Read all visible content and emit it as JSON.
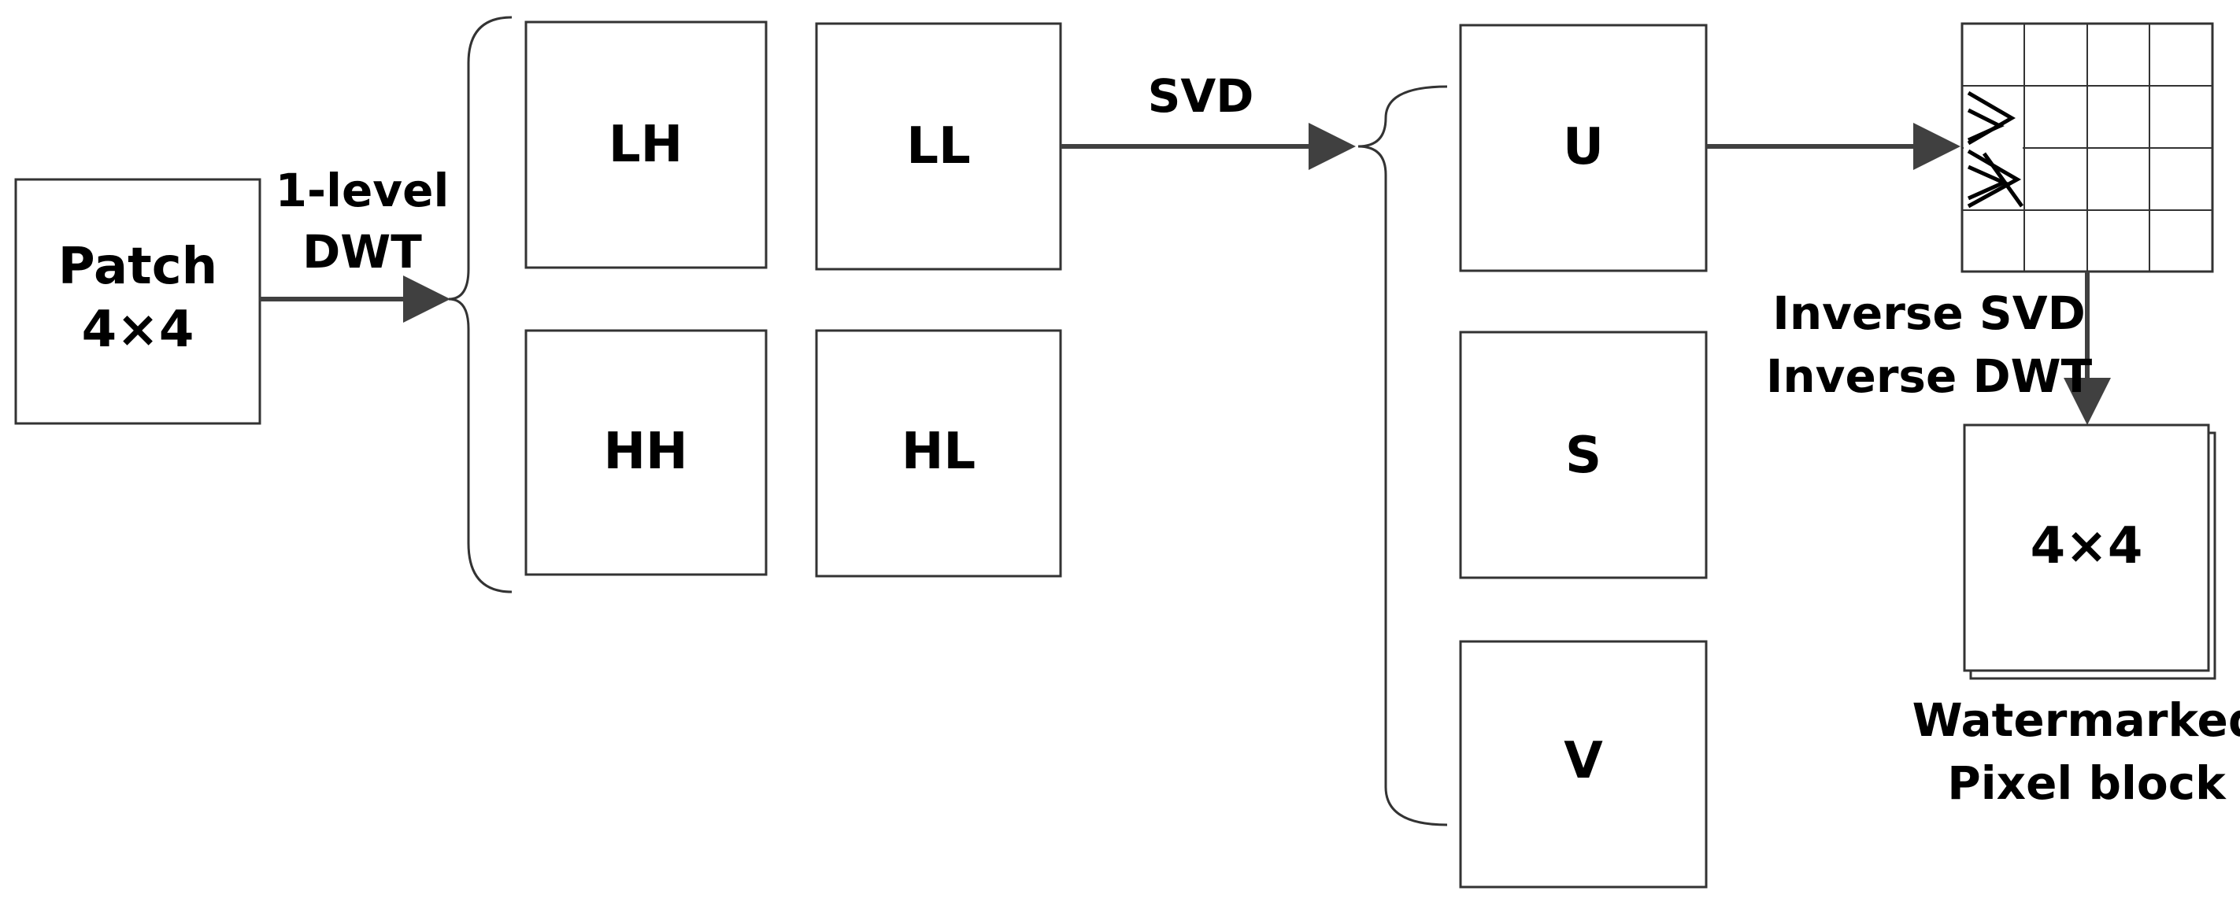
{
  "nodes": {
    "patch": {
      "line1": "Patch",
      "line2": "4×4"
    },
    "lh": "LH",
    "ll": "LL",
    "hh": "HH",
    "hl": "HL",
    "u": "U",
    "s": "S",
    "v": "V",
    "output_block": "4×4"
  },
  "edges": {
    "dwt": {
      "line1": "1-level",
      "line2": "DWT"
    },
    "svd": "SVD",
    "inverse": {
      "line1": "Inverse SVD",
      "line2": "Inverse DWT"
    }
  },
  "output_caption": {
    "line1": "Watermarked",
    "line2": "Pixel block"
  },
  "colors": {
    "stroke": "#333333",
    "arrow": "#404040",
    "text": "#000000",
    "shadow": "#d4d4d4"
  },
  "icons": {
    "watermark_pattern": "chevron-hatch-pattern"
  }
}
